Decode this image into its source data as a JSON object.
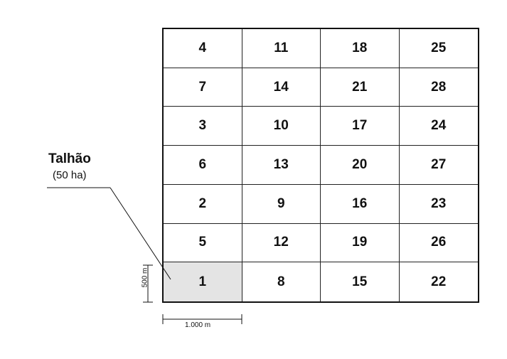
{
  "legend": {
    "title": "Talhão",
    "area": "(50 ha)"
  },
  "scale": {
    "horizontal": "1.000 m",
    "vertical": "500 m"
  },
  "grid": {
    "rows": [
      [
        "4",
        "11",
        "18",
        "25"
      ],
      [
        "7",
        "14",
        "21",
        "28"
      ],
      [
        "3",
        "10",
        "17",
        "24"
      ],
      [
        "6",
        "13",
        "20",
        "27"
      ],
      [
        "2",
        "9",
        "16",
        "23"
      ],
      [
        "5",
        "12",
        "19",
        "26"
      ],
      [
        "1",
        "8",
        "15",
        "22"
      ]
    ]
  },
  "colors": {
    "highlight": "#e4e4e4",
    "line": "#111111"
  }
}
